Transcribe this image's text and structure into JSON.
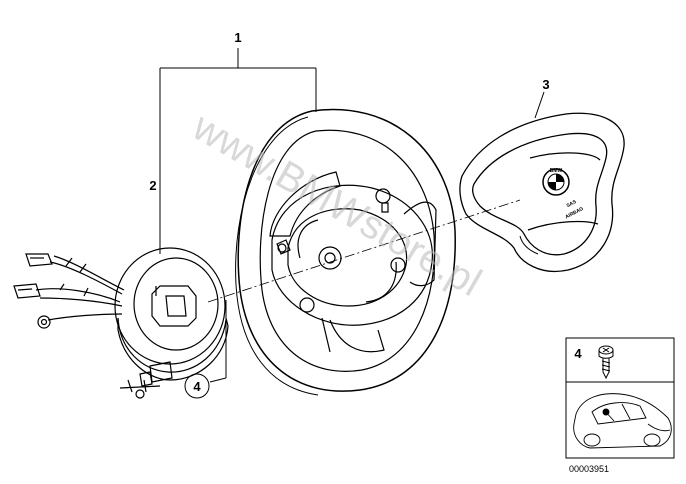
{
  "callouts": {
    "c1": "1",
    "c2": "2",
    "c3": "3",
    "c4": "4",
    "inset_c4": "4"
  },
  "airbag_text": {
    "sas": "SAS",
    "airbag": "AIRBAG"
  },
  "watermark": "www.BMWstore.pl",
  "drawing_number": "00003951",
  "icons": [
    "steering-wheel-icon",
    "airbag-module-icon",
    "slip-ring-icon",
    "screw-icon",
    "car-icon",
    "bmw-logo-icon"
  ]
}
